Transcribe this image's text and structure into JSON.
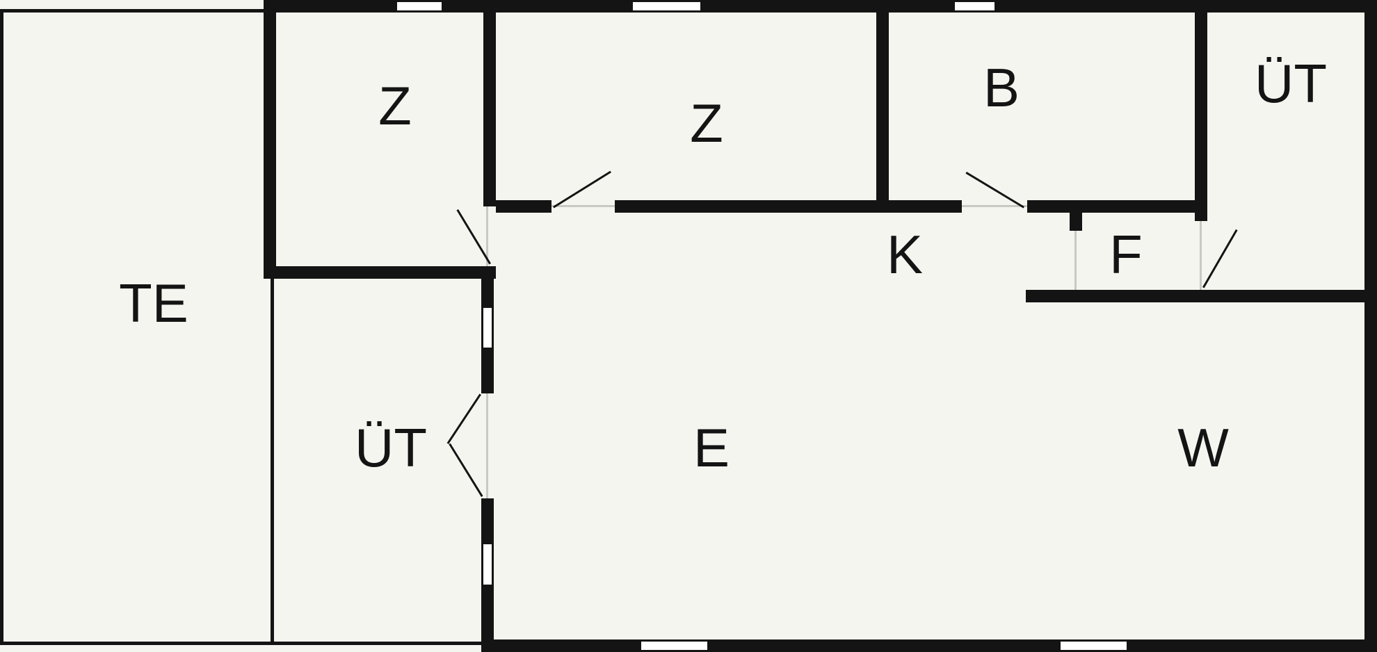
{
  "floorplan": {
    "title": "floor-plan",
    "colors": {
      "background": "#f5f5f0",
      "wall": "#141414",
      "threshold": "#c9c9c3"
    },
    "rooms": [
      {
        "id": "te",
        "label": "TE"
      },
      {
        "id": "z1",
        "label": "Z"
      },
      {
        "id": "z2",
        "label": "Z"
      },
      {
        "id": "b",
        "label": "B"
      },
      {
        "id": "ut-top",
        "label": "ÜT"
      },
      {
        "id": "k",
        "label": "K"
      },
      {
        "id": "f",
        "label": "F"
      },
      {
        "id": "ut-lower",
        "label": "ÜT"
      },
      {
        "id": "e",
        "label": "E"
      },
      {
        "id": "w",
        "label": "W"
      }
    ]
  }
}
